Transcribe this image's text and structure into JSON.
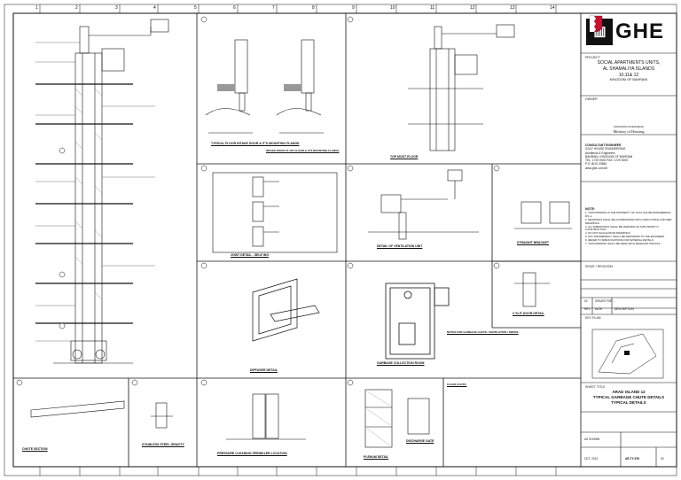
{
  "title_block": {
    "logo_text": "GHE",
    "project_label": "PROJECT",
    "project_lines": [
      "SOCIAL APARTMENTS UNITS,",
      "AL SHAMALIYA ISLANDS",
      "10,11& 12",
      "KINGDOM OF BAHRAIN"
    ],
    "owner_label": "OWNER",
    "owner_lines": [
      "KINGDOM OF BAHRAIN",
      "Ministry of Housing"
    ],
    "consultant_label": "CONSULTANT ENGINEER",
    "consultant_lines": [
      "GULF HOUSE ENGINEERING",
      "Architects & Engineers",
      "BAHRAIN, KINGDOM OF BAHRAIN",
      "TEL: 1729 0000  FAX: 1729 0000",
      "P.O. BOX 20584",
      "www.ghe.com.bh"
    ],
    "notes_label": "NOTE:",
    "notes": [
      "1. THIS DRAWING IS THE PROPERTY OF GULF HOUSE ENGINEERING, W.L.L.",
      "2. DRAWINGS SHALL BE COORDINATED WITH STRUCTURAL AND MEP DRAWINGS.",
      "3. ALL DIMENSIONS SHALL BE VERIFIED ON SITE PRIOR TO CONSTRUCTION.",
      "4. DO NOT SCALE FROM DRAWINGS.",
      "5. ANY DISCREPANCY SHALL BE REPORTED TO THE ENGINEER.",
      "6. REFER TO SPECIFICATIONS FOR MATERIAL DETAILS.",
      "7. THIS DRAWING SHALL BE READ WITH RELEVANT DETAILS."
    ],
    "issue_label": "ISSUE / REVISION",
    "rev_rows": [
      [
        "00",
        "ISSUED FOR ...",
        ""
      ],
      [
        "REV",
        "DATE",
        "DESCRIPTION"
      ]
    ],
    "key_plan_label": "KEY PLAN",
    "sheet_title_label": "SHEET TITLE",
    "sheet_title_lines": [
      "ARAD ISLAND 12",
      "TYPICAL GARBAGE CHUTE DETAILS",
      "TYPICAL DETAILS"
    ],
    "drawing_no": "AR-TY-978",
    "rev": "00",
    "date": "OCT. 2021",
    "scale": "AS SHOWN"
  },
  "grid": {
    "columns": [
      "1",
      "2",
      "3",
      "4",
      "5",
      "6",
      "7",
      "8",
      "9",
      "10",
      "11",
      "12",
      "13",
      "14"
    ]
  },
  "details": {
    "d1_title": "TYPICAL FLOOR INTAKE DOOR & IT'S MOUNTING FLANGE",
    "d2_title": "INTAKE DOOR AT 1ST FLOOR & IT'S MOUNTING FLANGE",
    "d3_title": "TOP MOST FLOOR",
    "d4_title": "JOINT DETAIL - SELE ING",
    "d5_title": "DETAIL OF VENTILATION UNIT",
    "d6_title": "STRAIGHT BRACKET",
    "d7_title": "DIFFUSER DETAIL",
    "d8_title": "GARBAGE COLLECTION ROOM",
    "d9_title": "V SLIT DOOR DETAIL",
    "d10_title": "CHUTE SECTION",
    "d11_title": "STAINLESS STEEL GRAVITY",
    "d12_title": "PRESSURE CLEANING SPRINKLER LOCATION",
    "d13_title": "PLENUM DETAIL",
    "d14_title": "DISCHARGE GATE",
    "notes_head": "NOTES FOR GARBAGE CHUTE / VENTILATION / SMOKE",
    "specs_head": "CLEAR CHUTE:"
  }
}
